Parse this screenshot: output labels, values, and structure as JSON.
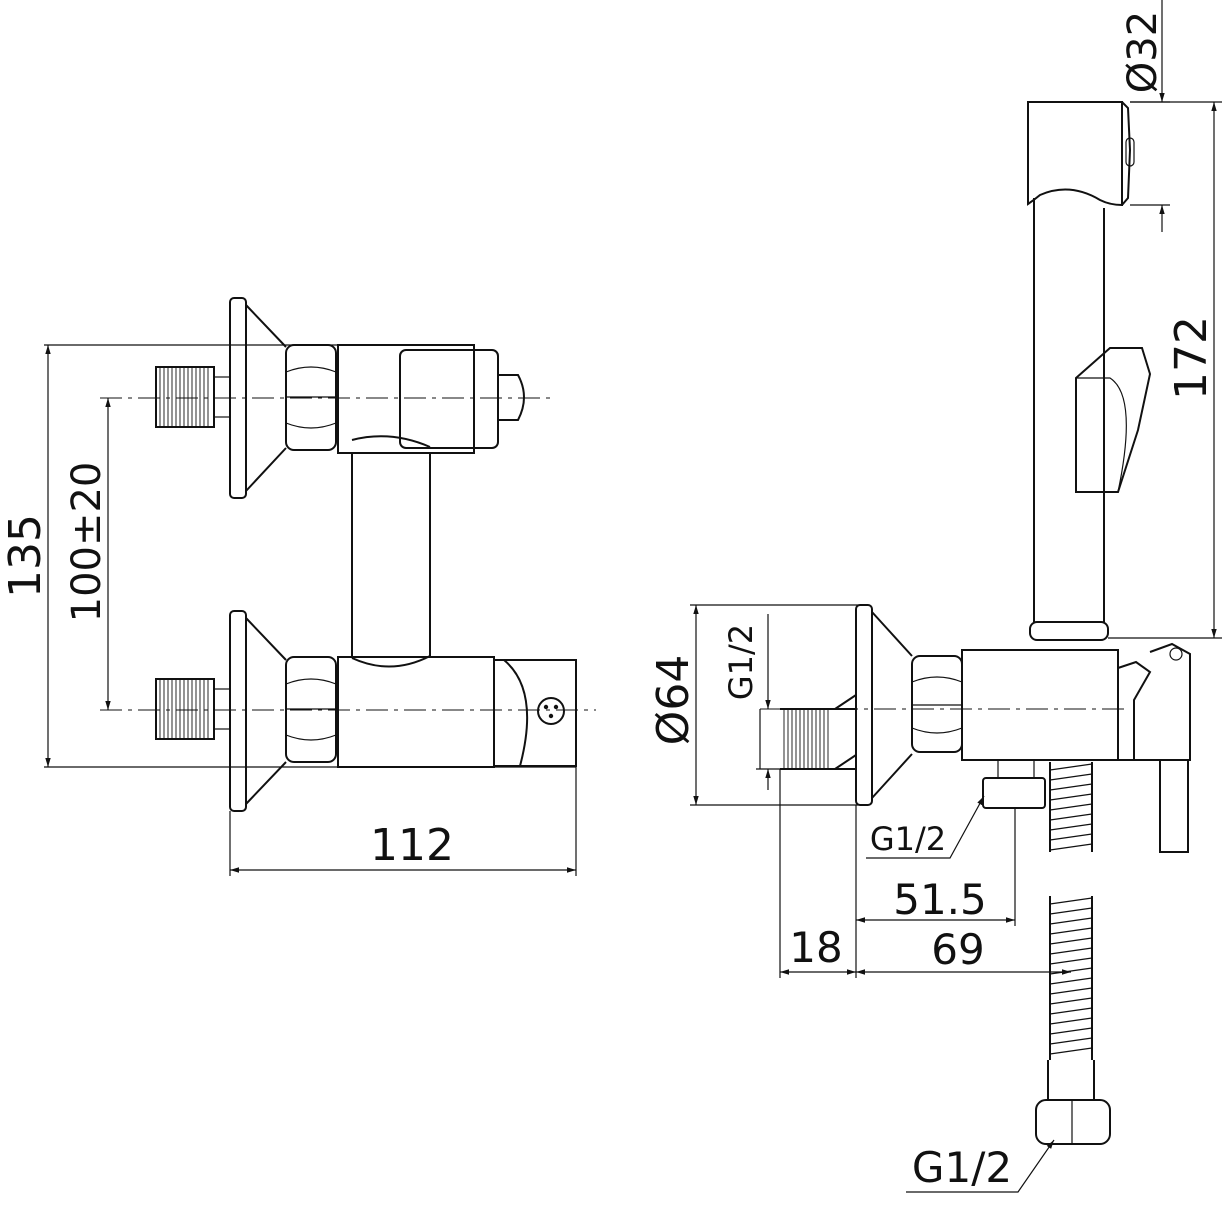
{
  "dimensions": {
    "height_total": "135",
    "center_distance": "100±20",
    "width_front": "112",
    "handshower_diameter": "Ø32",
    "handshower_length": "172",
    "flange_diameter": "Ø64",
    "inlet_thread": "G1/2",
    "outlet_thread": "G1/2",
    "hose_thread": "G1/2",
    "outlet_distance": "51.5",
    "body_depth": "69",
    "flange_depth": "18"
  }
}
